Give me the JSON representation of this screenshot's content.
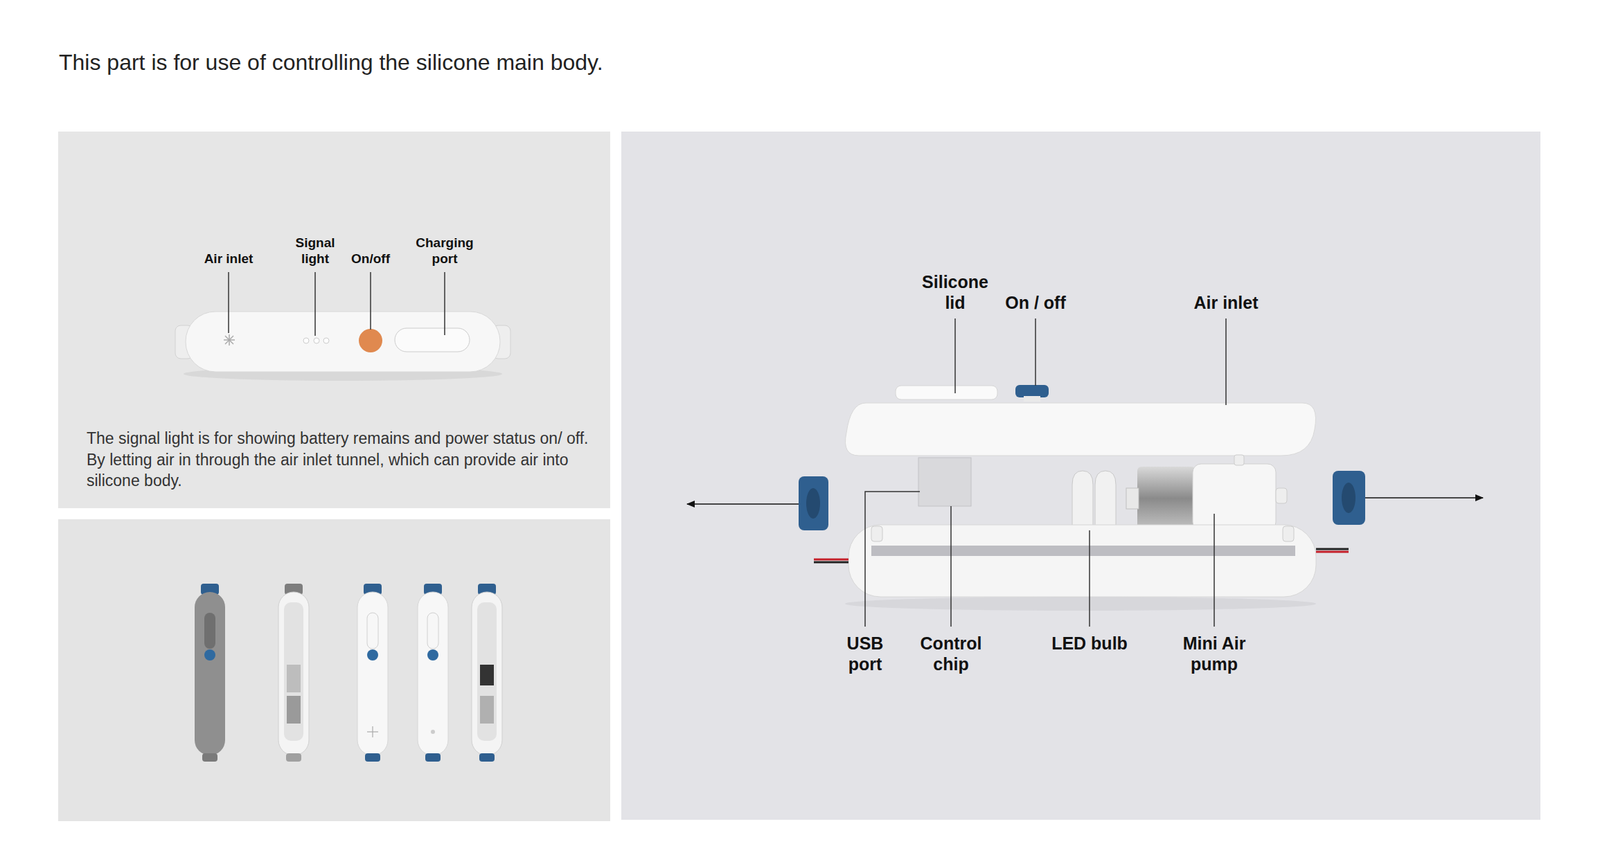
{
  "diagram": {
    "title": "This part is for use of controlling the silicone main body.",
    "labels": [
      "Air inlet",
      "Signal light",
      "On/off",
      "Charging port",
      "The signal light is for showing battery remains and power status on/ off. By letting air in through the air inlet tunnel, which  can provide air into silicone body.",
      "Silicone lid",
      "On / off",
      "Air inlet",
      "USB port",
      "Control chip",
      "LED bulb",
      "Mini Air pump"
    ]
  }
}
